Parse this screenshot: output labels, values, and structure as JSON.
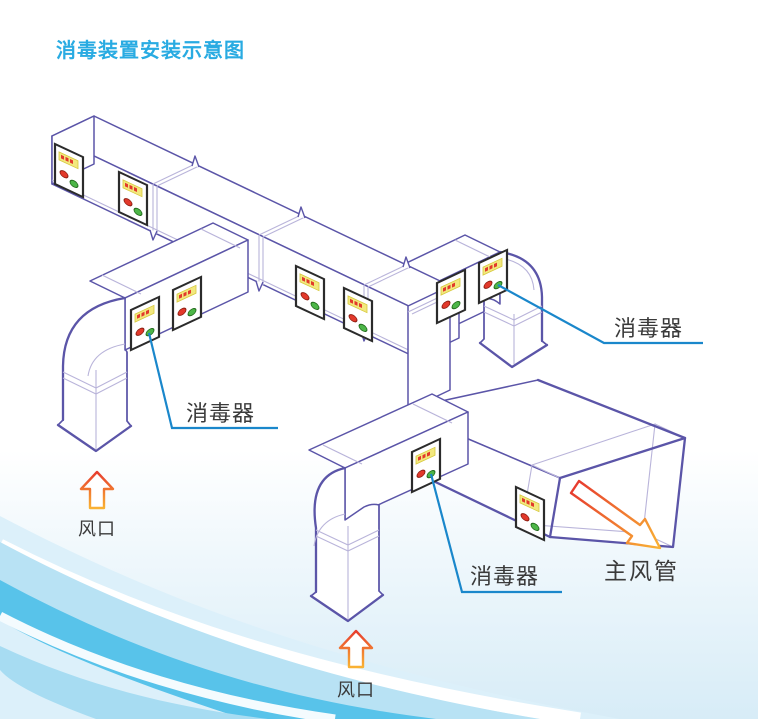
{
  "title": {
    "text": "消毒装置安装示意图"
  },
  "labels": {
    "disinfector_left": "消毒器",
    "disinfector_right": "消毒器",
    "disinfector_bottom": "消毒器",
    "main_duct": "主风管",
    "vent_left": "风口",
    "vent_bottom": "风口"
  },
  "icons": {
    "vent_arrow": "up-arrow-outline",
    "main_duct_arrow": "down-right-arrow-outline",
    "control_panel": "disinfector-control-panel"
  },
  "colors": {
    "title": "#29abe2",
    "text": "#3a3a3a",
    "duct": "#5b55a8",
    "duct_light": "#b9b4da",
    "leader": "#1a87cb",
    "panel_frame": "#2b2b2b",
    "panel_strip": "#f2e87e",
    "panel_strip_edge": "#d6c83c",
    "panel_red": "#e2392b",
    "panel_green": "#4db648",
    "arrow_red": "#e73c2e",
    "arrow_yellow": "#f9b233",
    "swoosh_strong": "#58c3ea",
    "swoosh_mid": "#b8e2f4",
    "swoosh_soft": "#a7dcf2",
    "swoosh_pale": "#dcf0fa",
    "bg_bottom": "#d7ecf7"
  }
}
